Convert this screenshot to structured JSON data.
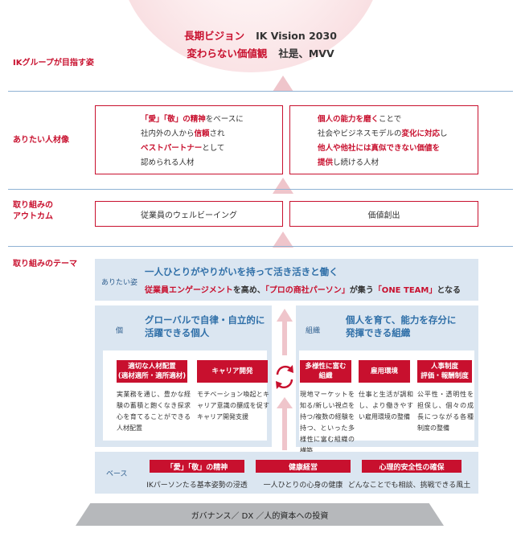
{
  "vision": {
    "line1_red": "長期ビジョン",
    "line1_dark": "IK Vision 2030",
    "line2_red": "変わらない価値観",
    "line2_dark": "社是、MVV"
  },
  "labels": {
    "aim": "IKグループが目指す姿",
    "ideal": "ありたい人材像",
    "outcome": "取り組みの\nアウトカム",
    "theme": "取り組みのテーマ"
  },
  "ideal_left": [
    [
      {
        "t": "「愛」「敬」の精神",
        "r": true
      },
      {
        "t": "をベースに",
        "r": false
      }
    ],
    [
      {
        "t": "社内外の人から",
        "r": false
      },
      {
        "t": "信頼",
        "r": true
      },
      {
        "t": "され",
        "r": false
      }
    ],
    [
      {
        "t": "ベストパートナー",
        "r": true
      },
      {
        "t": "として",
        "r": false
      }
    ],
    [
      {
        "t": "認められる人材",
        "r": false
      }
    ]
  ],
  "ideal_right": [
    [
      {
        "t": "個人の能力を磨く",
        "r": true
      },
      {
        "t": "ことで",
        "r": false
      }
    ],
    [
      {
        "t": "社会やビジネスモデルの",
        "r": false
      },
      {
        "t": "変化に対応",
        "r": true
      },
      {
        "t": "し",
        "r": false
      }
    ],
    [
      {
        "t": "他人や他社には真似できない価値を",
        "r": true
      }
    ],
    [
      {
        "t": "提供",
        "r": true
      },
      {
        "t": "し続ける人材",
        "r": false
      }
    ]
  ],
  "outcomes": {
    "left": "従業員のウェルビーイング",
    "right": "価値創出"
  },
  "themes": {
    "ideal_tag": "ありたい姿",
    "ideal_title": "一人ひとりがやりがいを持って活き活きと働く",
    "ideal_sub": [
      {
        "t": "従業員エンゲージメント",
        "r": true
      },
      {
        "t": "を高め、",
        "r": false
      },
      {
        "t": "「プロの商社パーソン」",
        "r": true
      },
      {
        "t": "が集う",
        "r": false
      },
      {
        "t": "「ONE TEAM」",
        "r": true
      },
      {
        "t": "となる",
        "r": false
      }
    ],
    "individual_tag": "個",
    "individual_title": "グローバルで自律・自立的に\n活躍できる個人",
    "org_tag": "組織",
    "org_title": "個人を育て、能力を存分に\n発揮できる組織",
    "individual_items": [
      {
        "chip": "適切な人材配置\n(適材適所・適所適材)",
        "desc": "実業務を通じ、豊かな経験の蓄積と飽くなき探求心を育てることができる人材配置"
      },
      {
        "chip": "キャリア開発",
        "desc": "モチベーション喚起とキャリア意識の醸成を促すキャリア開発支援"
      }
    ],
    "org_items": [
      {
        "chip": "多様性に富む\n組織",
        "desc": "現地マーケットを知る/新しい視点を持つ/複数の経験を持つ、といった多様性に富む組織の構築"
      },
      {
        "chip": "雇用環境",
        "desc": "仕事と生活が調和し、より働きやすい雇用環境の整備"
      },
      {
        "chip": "人事制度\n評価・報酬制度",
        "desc": "公平性・透明性を担保し、個々の成長につながる各種制度の整備"
      }
    ],
    "base_tag": "ベース",
    "base_items": [
      {
        "chip": "「愛」「敬」の精神",
        "desc": "IKパーソンたる基本姿勢の浸透"
      },
      {
        "chip": "健康経営",
        "desc": "一人ひとりの心身の健康"
      },
      {
        "chip": "心理的安全性の確保",
        "desc": "どんなことでも相談、挑戦できる風土"
      }
    ]
  },
  "foundation": "ガバナンス／ DX ／人的資本への投資",
  "colors": {
    "accent_red": "#c8102e",
    "panel_blue": "#dbe6f1",
    "title_blue": "#2f6fa8",
    "line_blue": "#8fb2d4"
  }
}
